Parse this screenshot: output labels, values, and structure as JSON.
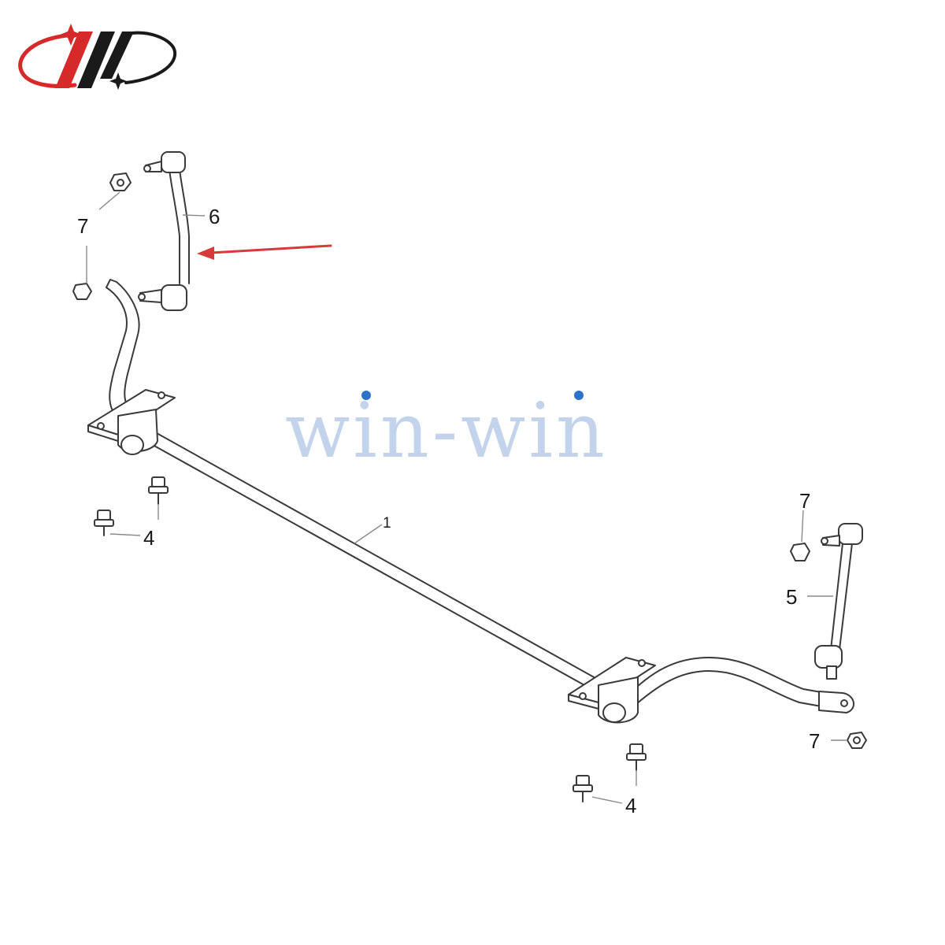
{
  "brand": {
    "logo_name": "brand-logo",
    "primary_color": "#d62a2a",
    "secondary_color": "#1a1a1a"
  },
  "watermark": {
    "text": "win-win",
    "color": "#b8cbe8",
    "dot_color": "#2f73c8"
  },
  "diagram": {
    "highlight_color": "#d83a3a",
    "callouts": {
      "stabilizer_bar": "1",
      "bolt_left": "4",
      "bolt_right": "4",
      "link_right": "5",
      "link_left": "6",
      "nut_top_left": "7",
      "nut_right_top": "7",
      "nut_right_bottom": "7"
    }
  }
}
